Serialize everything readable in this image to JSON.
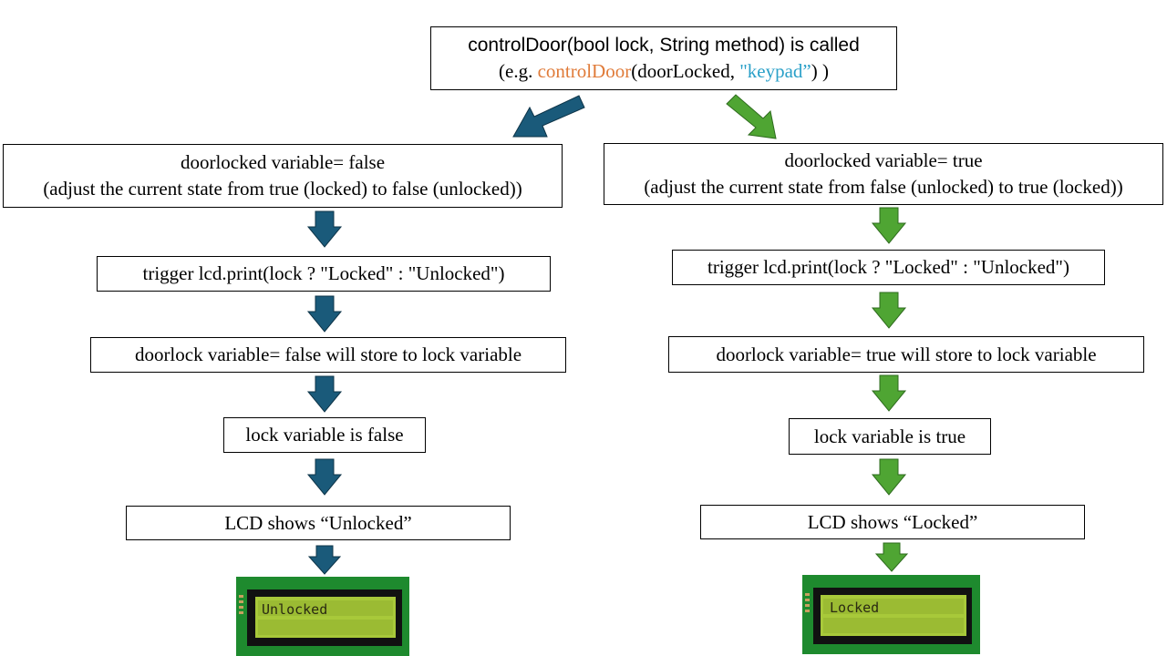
{
  "top": {
    "line1": "controlDoor(bool lock, String method) is called",
    "line2_prefix": "(e.g. ",
    "line2_func": "controlDoor",
    "line2_mid": "(doorLocked, ",
    "line2_arg": "\"keypad”",
    "line2_suffix": ") )"
  },
  "left": {
    "state_line1": "doorlocked variable= false",
    "state_line2": "(adjust the current state from true (locked) to false (unlocked))",
    "trigger": "trigger lcd.print(lock ? \"Locked\" : \"Unlocked\")",
    "store": "doorlock variable= false will store to lock variable",
    "lock_var": "lock variable is false",
    "lcd_shows": "LCD shows “Unlocked”",
    "lcd_display": "Unlocked"
  },
  "right": {
    "state_line1": "doorlocked variable= true",
    "state_line2": "(adjust the current state from false (unlocked) to true (locked))",
    "trigger": "trigger lcd.print(lock ? \"Locked\" : \"Unlocked\")",
    "store": "doorlock variable= true will store to lock variable",
    "lock_var": "lock variable is true",
    "lcd_shows": "LCD shows “Locked”",
    "lcd_display": "Locked"
  },
  "colors": {
    "left_arrow": "#1a5a7a",
    "right_arrow": "#4fa533",
    "func_color": "#e07b39",
    "arg_color": "#2aa0c8",
    "lcd_board": "#1e8a2e",
    "lcd_screen": "#a8c93a"
  },
  "icons": {
    "left_arrows": "arrow-down-icon",
    "right_arrows": "arrow-down-icon",
    "branch_left": "arrow-down-left-icon",
    "branch_right": "arrow-down-right-icon"
  }
}
